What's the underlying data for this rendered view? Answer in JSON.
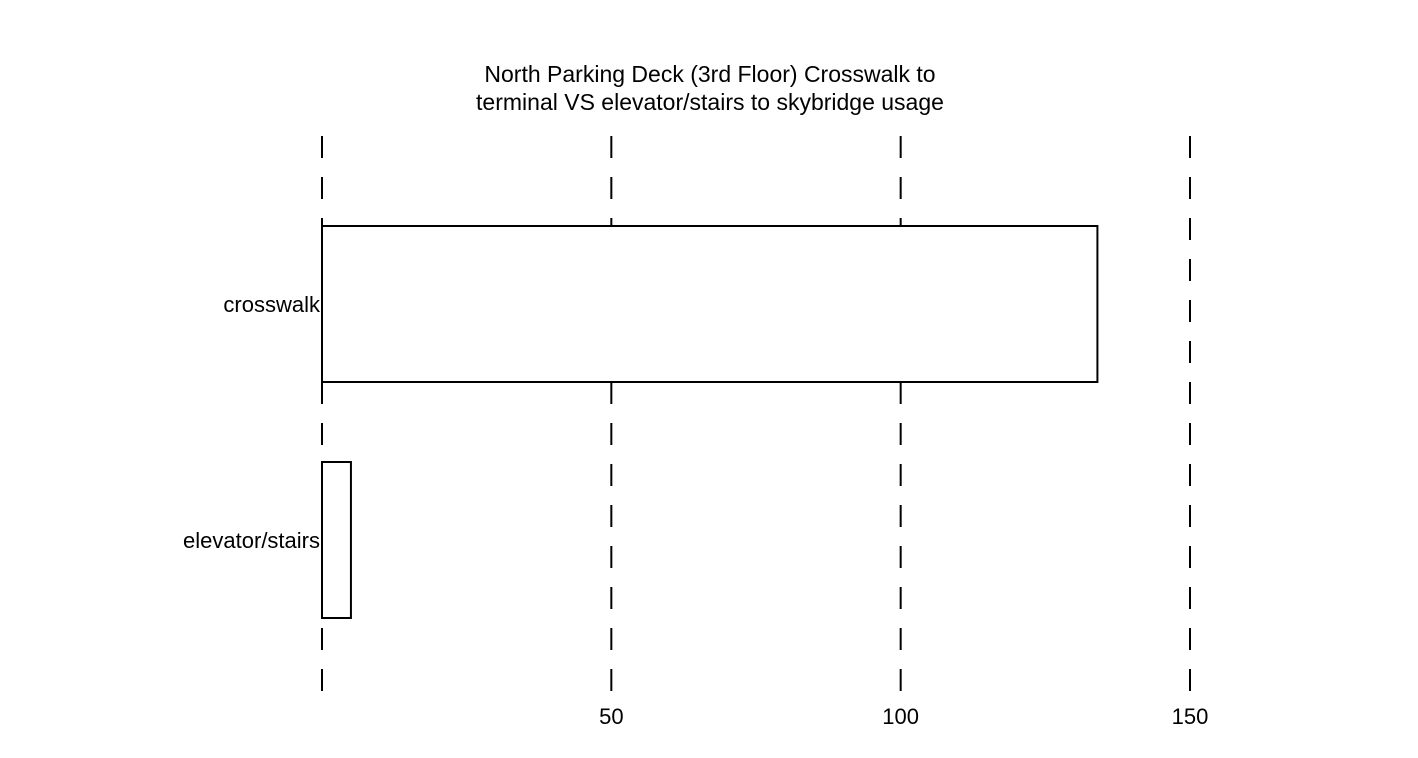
{
  "chart_data": {
    "type": "bar",
    "orientation": "horizontal",
    "title_lines": [
      "North Parking Deck (3rd Floor) Crosswalk to",
      "terminal VS elevator/stairs to skybridge usage"
    ],
    "categories": [
      "crosswalk",
      "elevator/stairs"
    ],
    "values": [
      134,
      5
    ],
    "xlabel": "",
    "ylabel": "",
    "xlim": [
      0,
      150
    ],
    "xticks": [
      50,
      100,
      150
    ],
    "xtick_labels": [
      "50",
      "100",
      "150"
    ],
    "grid": true,
    "legend": "none",
    "colors": {
      "bar_fill": "#ffffff",
      "bar_stroke": "#000000",
      "grid": "#000000",
      "text": "#000000"
    }
  }
}
